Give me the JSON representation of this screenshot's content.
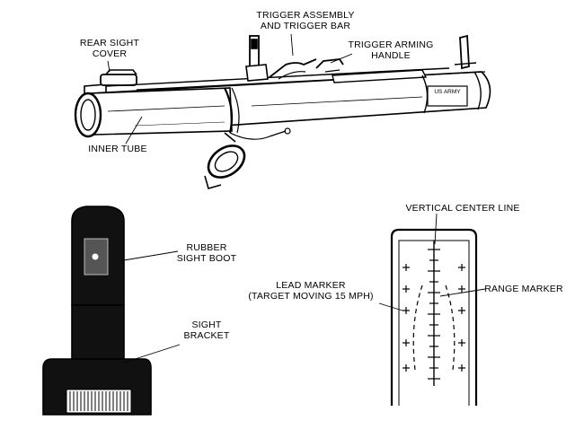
{
  "launcher": {
    "labels": {
      "rear_sight_cover": [
        "REAR SIGHT",
        "COVER"
      ],
      "trigger_assembly": [
        "TRIGGER ASSEMBLY",
        "AND TRIGGER BAR"
      ],
      "trigger_arming_handle": [
        "TRIGGER ARMING",
        "HANDLE"
      ],
      "inner_tube": "INNER TUBE"
    },
    "stencil": "US ARMY"
  },
  "sight_bracket_view": {
    "labels": {
      "rubber_sight_boot": [
        "RUBBER",
        "SIGHT BOOT"
      ],
      "sight_bracket": [
        "SIGHT",
        "BRACKET"
      ]
    }
  },
  "reticle_view": {
    "labels": {
      "vertical_center_line": "VERTICAL CENTER LINE",
      "lead_marker": [
        "LEAD MARKER",
        "(TARGET MOVING 15 MPH)"
      ],
      "range_marker": "RANGE MARKER"
    }
  }
}
